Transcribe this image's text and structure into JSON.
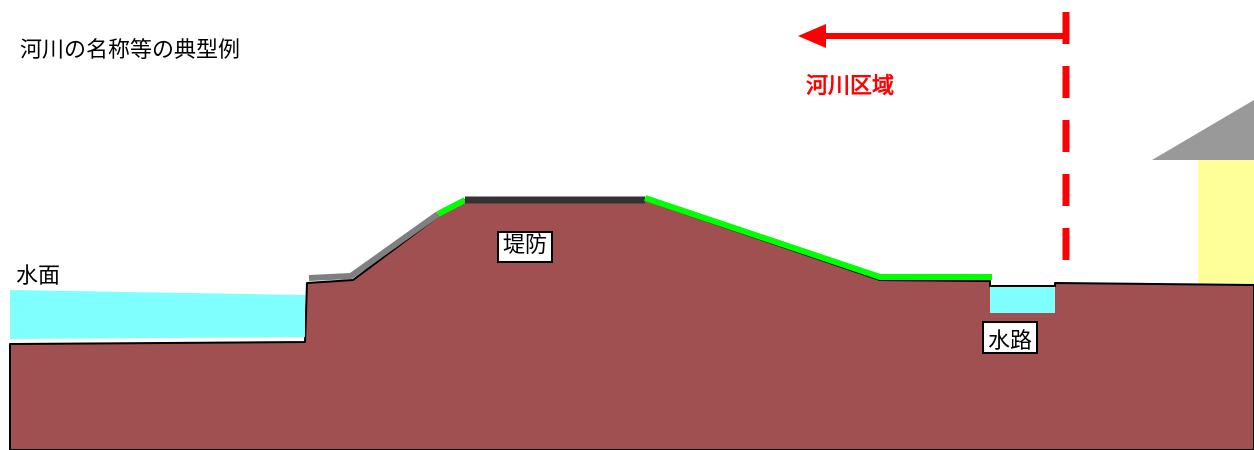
{
  "title": "河川の名称等の典型例",
  "labels": {
    "river_area": "河川区域",
    "water_surface": "水面",
    "levee": "堤防",
    "channel": "水路"
  },
  "colors": {
    "ground": "#a05050",
    "water": "#80ffff",
    "grass": "#00ff00",
    "revetment": "#808080",
    "levee_crown": "#333333",
    "boundary": "#ff0000",
    "roof": "#999999",
    "house_wall": "#ffff99"
  }
}
